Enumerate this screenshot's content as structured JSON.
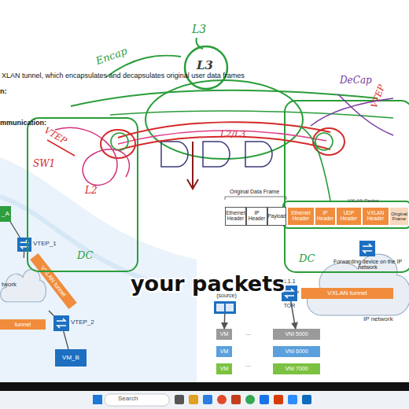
{
  "diagram": {
    "nodes": [
      {
        "text": [
          "_A"
        ]
      },
      {
        "text": [
          "VTEP_1"
        ]
      },
      {
        "text": [
          "twork"
        ]
      },
      {
        "text": [
          "VTEP_2"
        ]
      },
      {
        "text": [
          "VM_B"
        ]
      },
      {
        "text": [
          "(source)"
        ]
      },
      {
        "text": [
          "VM"
        ]
      },
      {
        "text": [
          "VM"
        ]
      },
      {
        "text": [
          "VM"
        ]
      },
      {
        "text": [
          "TOR"
        ]
      },
      {
        "text": [
          "VNI 5000"
        ]
      },
      {
        "text": [
          "VNI 6000"
        ]
      },
      {
        "text": [
          "VNI 7000"
        ]
      },
      {
        "text": [
          "IP network"
        ]
      },
      {
        "text": [
          "Forwarding device on the IP network"
        ],
        "in": 13
      },
      {
        "text": [
          "VXLAN tunnel"
        ],
        "in": 13
      },
      {
        "text": [
          "VXLAN tunnel"
        ]
      },
      {
        "text": [
          "tunnel"
        ]
      }
    ],
    "edges": [
      {
        "from": 0,
        "to": 1,
        "arrow": "none"
      },
      {
        "from": 1,
        "to": 2,
        "arrow": "none"
      },
      {
        "from": 2,
        "to": 3,
        "arrow": "none"
      },
      {
        "from": 3,
        "to": 4,
        "arrow": "none"
      },
      {
        "from": 5,
        "to": 6,
        "arrow": "to"
      },
      {
        "from": 9,
        "to": 10,
        "arrow": "to"
      },
      {
        "from": 9,
        "to": 13,
        "arrow": "none"
      }
    ],
    "labels": [
      "XLAN tunnel, which encapsulates and decapsulates original user data frames",
      "n:",
      "mmunication:",
      "Original Data Frame",
      "Ethernet Header",
      "IP Header",
      "Payload",
      "Ethernet Header",
      "IP Header",
      "UDP Header",
      "VXLAN Header",
      "Original Frame",
      "VXLAN Packet",
      "1.1.1",
      "...",
      "...",
      "Encap",
      "L3",
      "L3",
      "DeCap",
      "VTEP",
      "VTEP",
      "SW1",
      "L2",
      "L2/L3",
      "DC",
      "DC",
      "your packets",
      "Search"
    ]
  }
}
